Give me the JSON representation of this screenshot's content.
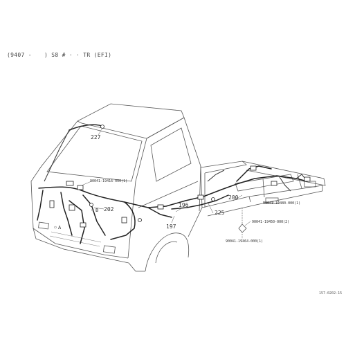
{
  "header": {
    "date_range": "(9407 -",
    "model": ") S8 # · · TR (EFI)"
  },
  "callouts": {
    "c227": "227",
    "c202": "202",
    "c196": "196",
    "c197": "197",
    "c225": "225",
    "c200": "200",
    "cA": "A",
    "cB": "B"
  },
  "part_numbers": {
    "p1": "90041-19416-000(1)",
    "p2": "90041-19480-000(1)",
    "p3": "90041-19450-000(2)",
    "p4": "90041-19464-000(1)"
  },
  "corner_code": "157-0202-15"
}
